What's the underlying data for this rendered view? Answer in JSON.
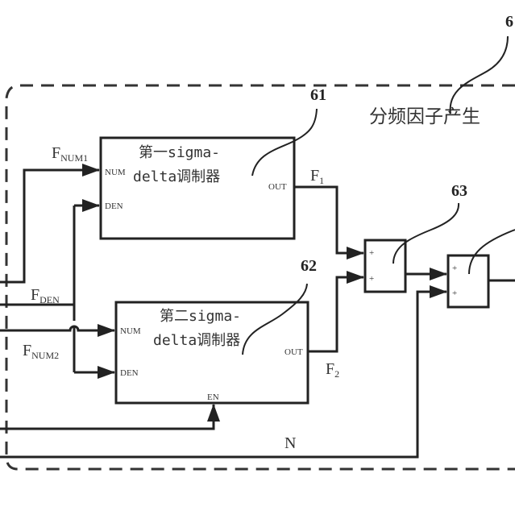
{
  "block_title": "分频因子产生",
  "block_ref": "6",
  "modulator1": {
    "ref": "61",
    "title_line1": "第一sigma-",
    "title_line2": "delta调制器",
    "port_num": "NUM",
    "port_den": "DEN",
    "port_out": "OUT"
  },
  "modulator2": {
    "ref": "62",
    "title_line1": "第二sigma-",
    "title_line2": "delta调制器",
    "port_num": "NUM",
    "port_den": "DEN",
    "port_out": "OUT",
    "port_en": "EN"
  },
  "adder1": {
    "ref": "63",
    "in1": "+",
    "in2": "+"
  },
  "adder2": {
    "in1": "+",
    "in2": "+"
  },
  "signals": {
    "fnum1": {
      "main": "F",
      "sub": "NUM1"
    },
    "fden": {
      "main": "F",
      "sub": "DEN"
    },
    "fnum2": {
      "main": "F",
      "sub": "NUM2"
    },
    "f1": {
      "main": "F",
      "sub": "1"
    },
    "f2": {
      "main": "F",
      "sub": "2"
    },
    "n": "N"
  }
}
